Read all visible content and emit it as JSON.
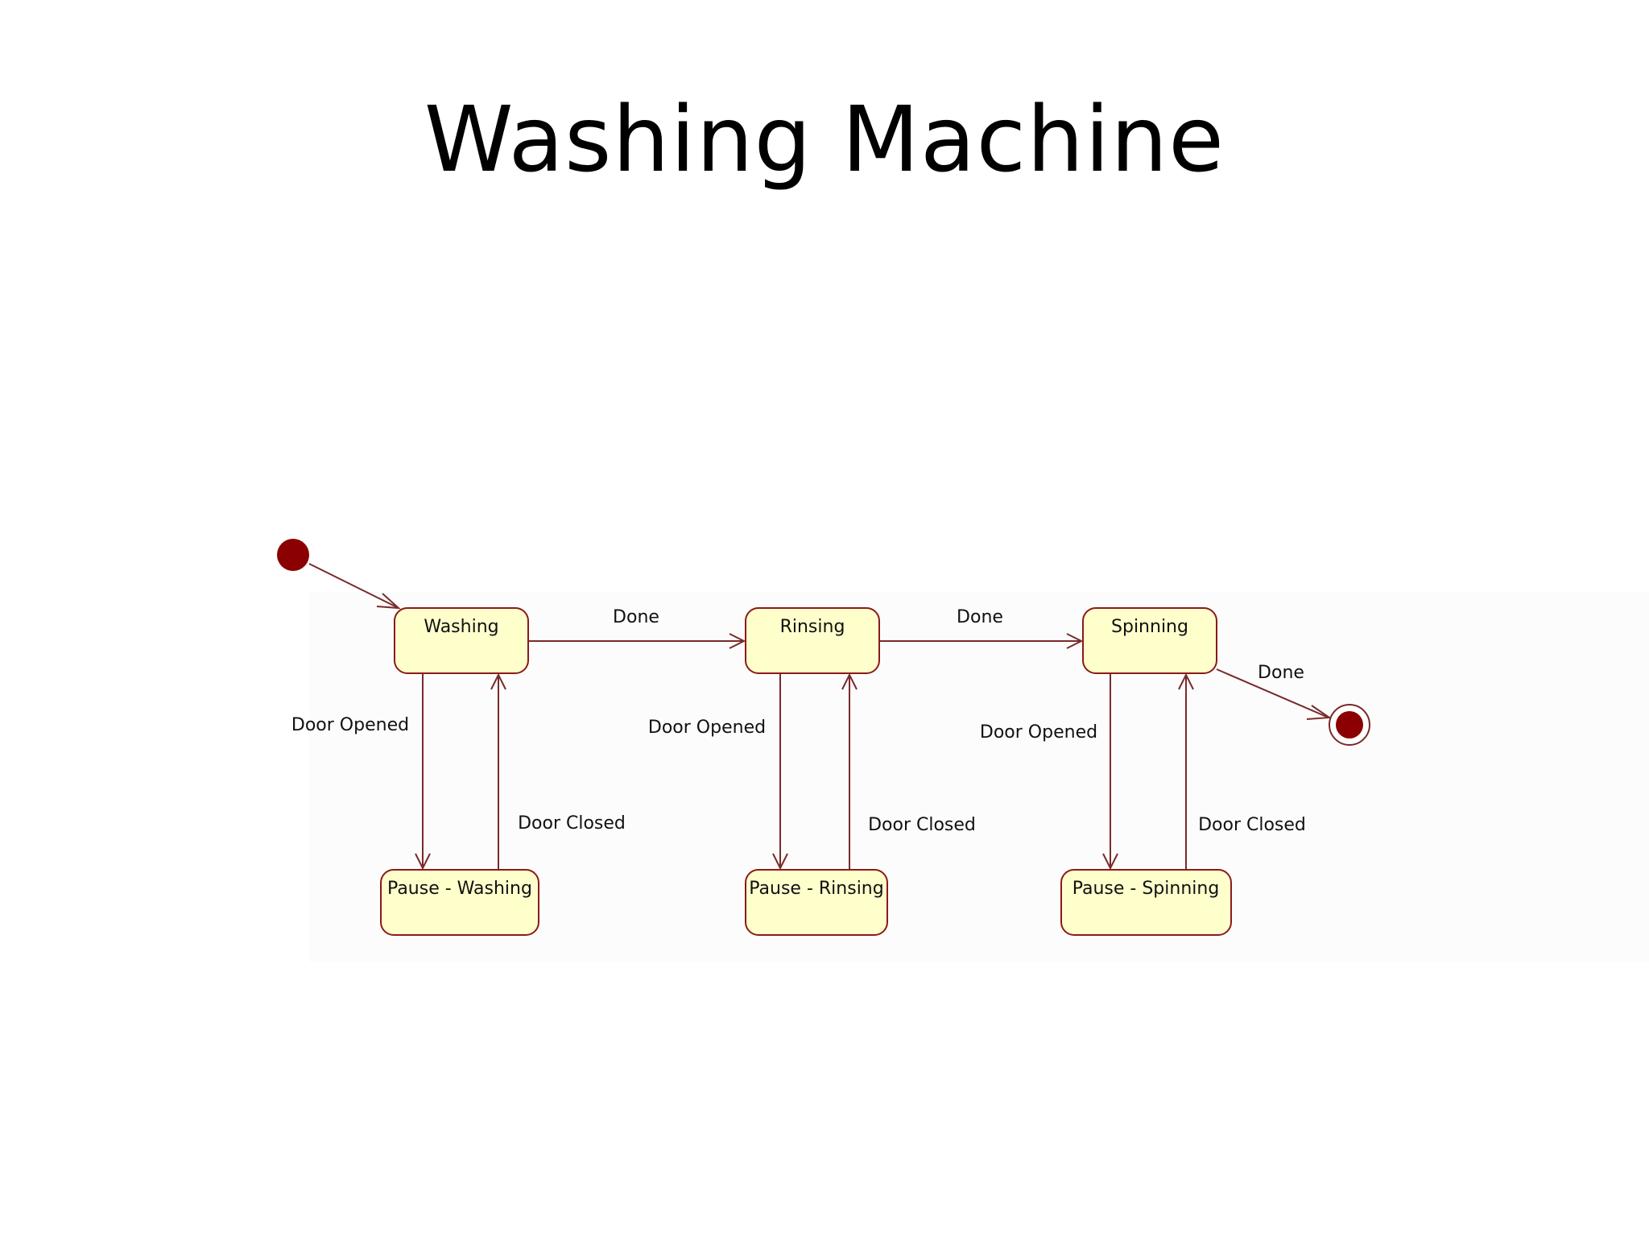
{
  "title": "Washing Machine",
  "states": {
    "washing": "Washing",
    "rinsing": "Rinsing",
    "spinning": "Spinning",
    "pause_washing": "Pause - Washing",
    "pause_rinsing": "Pause - Rinsing",
    "pause_spinning": "Pause - Spinning"
  },
  "transitions": {
    "washing_to_rinsing": "Done",
    "rinsing_to_spinning": "Done",
    "spinning_to_final": "Done",
    "washing_door_opened": "Door Opened",
    "washing_door_closed": "Door Closed",
    "rinsing_door_opened": "Door Opened",
    "rinsing_door_closed": "Door Closed",
    "spinning_door_opened": "Door Opened",
    "spinning_door_closed": "Door Closed"
  },
  "colors": {
    "state_fill": "#ffffcc",
    "state_border": "#8b1a1a",
    "node_fill": "#8b0000",
    "line": "#7a2a2a"
  }
}
